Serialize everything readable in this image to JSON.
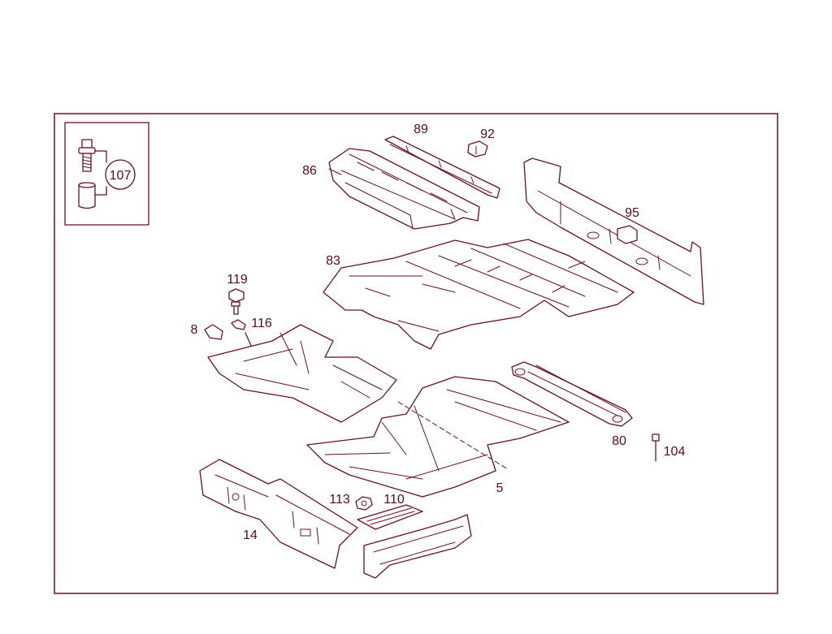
{
  "diagram": {
    "labels": {
      "p107": "107",
      "p89": "89",
      "p92": "92",
      "p86": "86",
      "p95": "95",
      "p83": "83",
      "p119": "119",
      "p8": "8",
      "p116": "116",
      "p80": "80",
      "p104": "104",
      "p5": "5",
      "p113": "113",
      "p110": "110",
      "p14": "14"
    },
    "colors": {
      "line": "#6b0f25",
      "text": "#5a0a1a",
      "background": "#ffffff"
    }
  }
}
